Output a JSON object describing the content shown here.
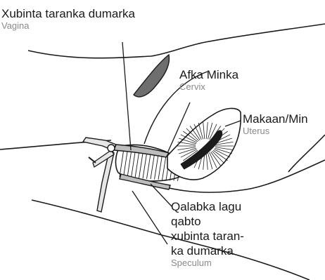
{
  "labels": {
    "vagina": {
      "main": "Xubinta taranka dumarka",
      "sub": "Vagina"
    },
    "cervix": {
      "main": "Afka Minka",
      "sub": "Cervix"
    },
    "uterus": {
      "main": "Makaan/Min",
      "sub": "Uterus"
    },
    "speculum": {
      "line1": "Qalabka lagu",
      "line2": "qabto",
      "line3": "xubinta taran-",
      "line4": "ka dumarka",
      "sub": "Speculum"
    }
  },
  "colors": {
    "outline": "#1a1a1a",
    "tissue_fill": "#ffffff",
    "shaded": "#6e6e6e",
    "inner_canal": "#1a1a1a",
    "sub_text": "#8a8a8a"
  }
}
